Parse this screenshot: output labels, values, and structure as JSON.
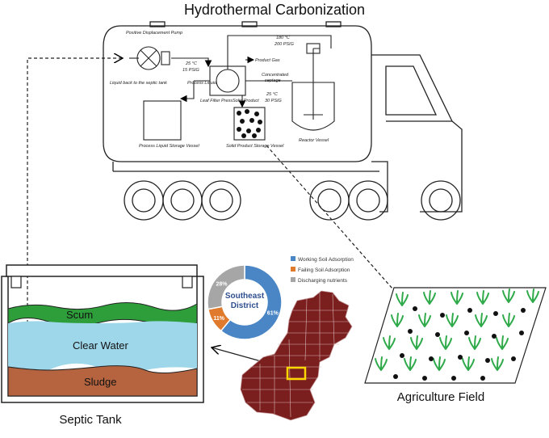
{
  "title": "Hydrothermal Carbonization",
  "truck": {
    "pump_label": "Positive Displacement Pump",
    "liquid_back_label": "Liquid back to the septic tank",
    "process_liquid_label": "Process Liquid",
    "cond_left_temp": "25 °C",
    "cond_left_psi": "15 PSIG",
    "product_gas_label": "Product Gas",
    "cond_top_temp": "180 °C",
    "cond_top_psi": "200 PSIG",
    "concentrated_label": "Concentrated",
    "septage_label": "septage",
    "cond_right_temp": "25 °C",
    "cond_right_psi": "30 PSIG",
    "filter_label": "Leaf Filter Press",
    "solid_product_label": "Solid Product",
    "liquid_storage_label": "Process Liquid Storage Vessel",
    "solid_storage_label": "Solid Product Storage Vessel",
    "reactor_label": "Reactor Vessel"
  },
  "septic": {
    "title": "Septic Tank",
    "scum": "Scum",
    "water": "Clear Water",
    "sludge": "Sludge",
    "colors": {
      "scum": "#2e9e3a",
      "water": "#9fd7ea",
      "sludge": "#b5643f"
    }
  },
  "donut": {
    "center_line1": "Southeast",
    "center_line2": "District",
    "legend": [
      {
        "label": "Working Soil Adsorption",
        "color": "#4a86c5"
      },
      {
        "label": "Failing Soil Adsorption",
        "color": "#e07b2e"
      },
      {
        "label": "Discharging nutrients",
        "color": "#a6a6a6"
      }
    ]
  },
  "chart_data": {
    "type": "pie",
    "categories": [
      "Working Soil Adsorption",
      "Failing Soil Adsorption",
      "Discharging nutrients"
    ],
    "values": [
      61,
      11,
      28
    ],
    "value_labels": [
      "61%",
      "11%",
      "28%"
    ],
    "colors": [
      "#4a86c5",
      "#e07b2e",
      "#a6a6a6"
    ]
  },
  "map": {
    "fill": "#7a1e1e",
    "highlight": "#ffd700"
  },
  "field": {
    "title": "Agriculture Field"
  }
}
